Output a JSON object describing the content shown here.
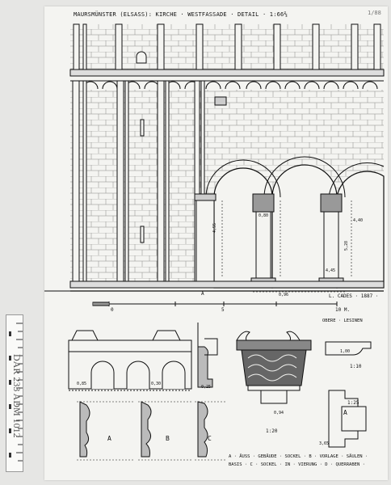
{
  "sheet": {
    "title": "MAURSMÜNSTER (ELSASS): KIRCHE · WESTFASSADE · DETAIL · 1:66⅔",
    "corner_mark": "1/88",
    "signature": "L. CADES · 1887 ·",
    "scale_bar": {
      "start": "0",
      "mid": "5",
      "end": "10 M."
    },
    "dims": {
      "a": "4,55",
      "b": "5,28",
      "c": "0,80",
      "d": "4,40",
      "e": "4,45",
      "f": "0,96",
      "g": "1,00",
      "h": "0,94",
      "i": "3,65",
      "j": "0,85",
      "k": "0,30",
      "l": "0,25"
    },
    "labels": {
      "a": "A",
      "b": "B",
      "c": "C",
      "obere_lesinen": "OBERE · LESINEN",
      "scale_10": "1:10",
      "scale_20": "1:20",
      "scale_25": "1:25"
    },
    "legend_1": "A · ÄUSS · GEBÄUDE · SOCKEL · B · VORLAGE · SÄULEN ·",
    "legend_2": "BASIS · C · SOCKEL · IN · VIERUNG · D · QUERRABEN ·"
  },
  "archive_stamp": "DAR 233 ADM 1012"
}
